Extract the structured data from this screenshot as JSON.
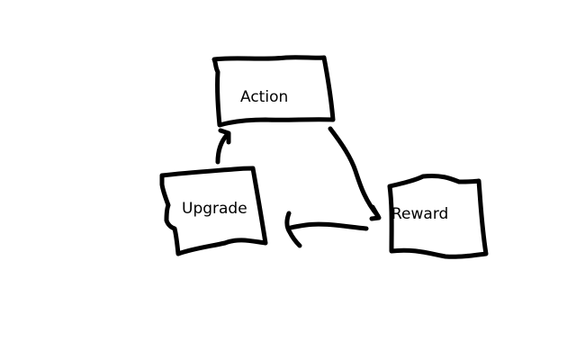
{
  "diagram": {
    "type": "cycle",
    "nodes": [
      {
        "id": "action",
        "label": "Action"
      },
      {
        "id": "reward",
        "label": "Reward"
      },
      {
        "id": "upgrade",
        "label": "Upgrade"
      }
    ],
    "edges": [
      {
        "from": "action",
        "to": "reward"
      },
      {
        "from": "reward",
        "to": "upgrade"
      },
      {
        "from": "upgrade",
        "to": "action"
      }
    ],
    "colors": {
      "background": "#ffffff",
      "stroke": "#000000"
    }
  }
}
